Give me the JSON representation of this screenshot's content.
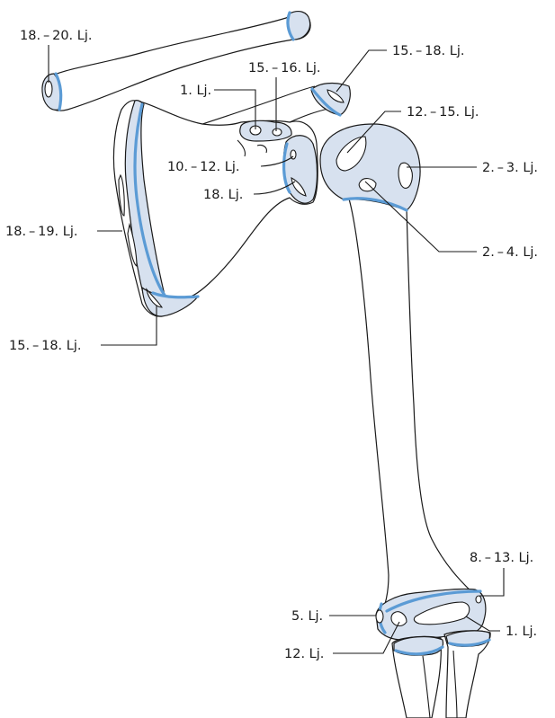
{
  "labels": {
    "clavicle_sternal": "18. – 20. Lj.",
    "clavicle_acromial": "15. – 18. Lj.",
    "coracoid_a": "1. Lj.",
    "coracoid_b": "15. – 16. Lj.",
    "glenoid_upper": "10. – 12. Lj.",
    "glenoid_lower": "18. Lj.",
    "vertebral_border": "18. – 19. Lj.",
    "inferior_angle": "15. – 18. Lj.",
    "humeral_head": "12. – 15. Lj.",
    "greater_tubercle": "2. – 3. Lj.",
    "lesser_tubercle": "2. – 4. Lj.",
    "medial_epicondyle": "8. – 13. Lj.",
    "lateral_epicondyle": "5. Lj.",
    "capitulum": "12. Lj.",
    "trochlea": "1. Lj."
  },
  "colors": {
    "cartilage_fill": "#d7e1ef",
    "growth_line": "#5b9bd5",
    "outline": "#1a1a1a"
  }
}
